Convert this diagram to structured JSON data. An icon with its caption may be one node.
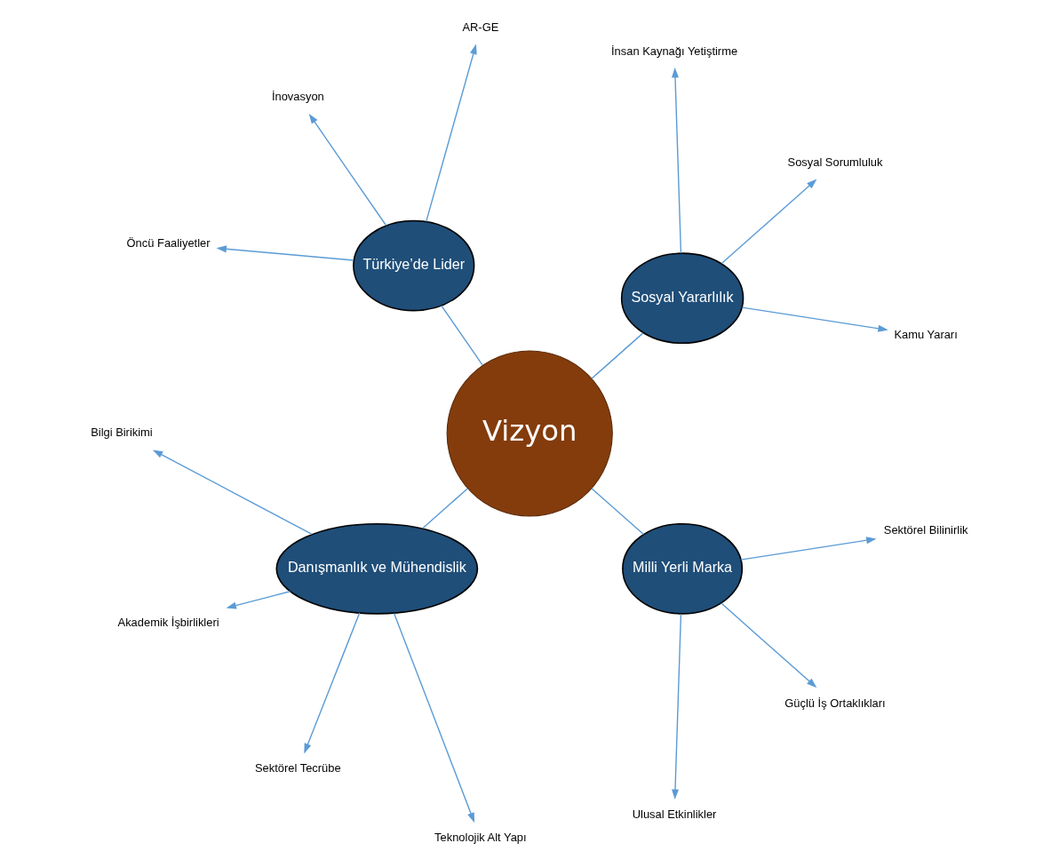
{
  "diagram": {
    "nodes": [
      {
        "text": [
          "Vizyon"
        ]
      },
      {
        "text": [
          "Sosyal Yararlılık"
        ]
      },
      {
        "text": [
          "Türkiye’de Lider"
        ]
      },
      {
        "text": [
          "Danışmanlık ve Mühendislik"
        ]
      },
      {
        "text": [
          "Milli Yerli Marka"
        ]
      },
      {
        "text": [
          "Kamu Yararı"
        ]
      },
      {
        "text": [
          "Sosyal Sorumluluk"
        ]
      },
      {
        "text": [
          "İnsan Kaynağı Yetiştirme"
        ]
      },
      {
        "text": [
          "AR-GE"
        ]
      },
      {
        "text": [
          "İnovasyon"
        ]
      },
      {
        "text": [
          "Öncü Faaliyetler"
        ]
      },
      {
        "text": [
          "Bilgi Birikimi"
        ]
      },
      {
        "text": [
          "Akademik İşbirlikleri"
        ]
      },
      {
        "text": [
          "Sektörel Tecrübe"
        ]
      },
      {
        "text": [
          "Teknolojik Alt Yapı"
        ]
      },
      {
        "text": [
          "Ulusal Etkinlikler"
        ]
      },
      {
        "text": [
          "Güçlü İş Ortaklıkları"
        ]
      },
      {
        "text": [
          "Sektörel Bilinirlik"
        ]
      }
    ],
    "edges": [
      {
        "from": 0,
        "to": 1,
        "arrow": "none"
      },
      {
        "from": 0,
        "to": 2,
        "arrow": "none"
      },
      {
        "from": 0,
        "to": 3,
        "arrow": "none"
      },
      {
        "from": 0,
        "to": 4,
        "arrow": "none"
      },
      {
        "from": 1,
        "to": 5,
        "arrow": "to"
      },
      {
        "from": 1,
        "to": 6,
        "arrow": "to"
      },
      {
        "from": 1,
        "to": 7,
        "arrow": "to"
      },
      {
        "from": 2,
        "to": 8,
        "arrow": "to"
      },
      {
        "from": 2,
        "to": 9,
        "arrow": "to"
      },
      {
        "from": 2,
        "to": 10,
        "arrow": "to"
      },
      {
        "from": 3,
        "to": 11,
        "arrow": "to"
      },
      {
        "from": 3,
        "to": 12,
        "arrow": "to"
      },
      {
        "from": 3,
        "to": 13,
        "arrow": "to"
      },
      {
        "from": 3,
        "to": 14,
        "arrow": "to"
      },
      {
        "from": 4,
        "to": 15,
        "arrow": "to"
      },
      {
        "from": 4,
        "to": 16,
        "arrow": "to"
      },
      {
        "from": 4,
        "to": 17,
        "arrow": "to"
      }
    ]
  }
}
